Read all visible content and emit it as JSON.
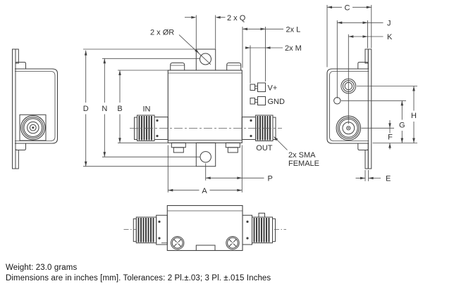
{
  "drawing": {
    "dims": {
      "q": "2 x Q",
      "r": "2 x ØR",
      "l": "2x L",
      "m": "2x M",
      "c": "C",
      "j": "J",
      "k": "K",
      "d": "D",
      "n": "N",
      "b": "B",
      "a": "A",
      "p": "P",
      "e": "E",
      "f": "F",
      "g": "G",
      "h": "H"
    },
    "labels": {
      "in": "IN",
      "out": "OUT",
      "vplus": "V+",
      "gnd": "GND",
      "sma_line1": "2x SMA",
      "sma_line2": "FEMALE"
    }
  },
  "footer": {
    "weight": "Weight: 23.0 grams",
    "tolerance": "Dimensions are in inches [mm]. Tolerances: 2 Pl.±.03; 3 Pl. ±.015 Inches"
  },
  "colors": {
    "line": "#414141",
    "text": "#2e2e2e",
    "background": "#ffffff"
  }
}
